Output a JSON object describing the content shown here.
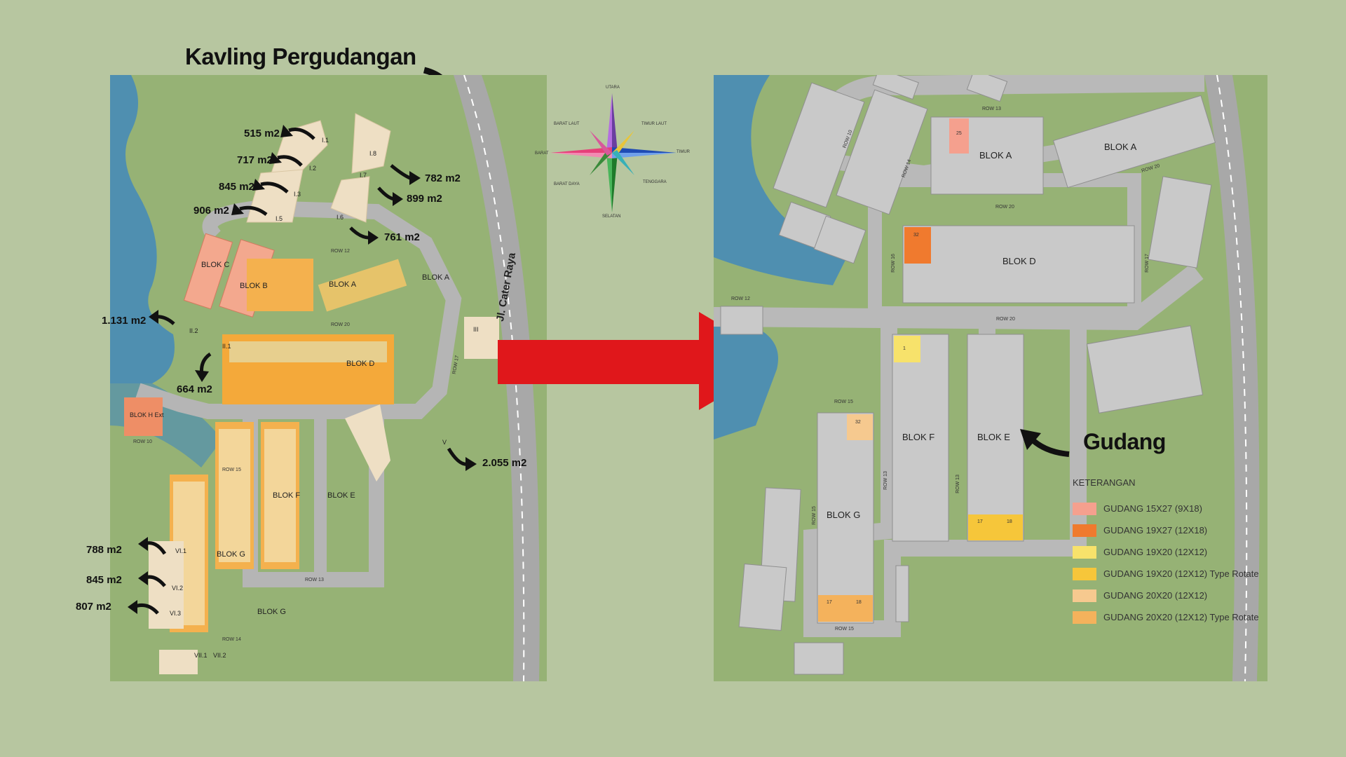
{
  "title": "Kavling Pergudangan",
  "gudang_label": "Gudang",
  "compass": {
    "north": "UTARA",
    "northeast": "TIMUR LAUT",
    "east": "TIMUR",
    "southeast": "TENGGARA",
    "south": "SELATAN",
    "southwest": "BARAT DAYA",
    "west": "BARAT",
    "northwest": "BARAT LAUT"
  },
  "road_label": "Jl. Cater Raya",
  "area_labels": [
    {
      "id": "I.1",
      "size": "515 m2"
    },
    {
      "id": "I.2",
      "size": "717 m2"
    },
    {
      "id": "I.3",
      "size": "845 m2"
    },
    {
      "id": "I.5",
      "size": "906 m2"
    },
    {
      "id": "I.8",
      "size": "782 m2"
    },
    {
      "id": "I.7",
      "size": "899 m2"
    },
    {
      "id": "I.6",
      "size": "761 m2"
    },
    {
      "id": "II.2",
      "size": "1.131 m2"
    },
    {
      "id": "II.1",
      "size": "664 m2"
    },
    {
      "id": "V",
      "size": "2.055 m2"
    },
    {
      "id": "VI.1",
      "size": "788 m2"
    },
    {
      "id": "VI.2",
      "size": "845 m2"
    },
    {
      "id": "VI.3",
      "size": "807 m2"
    }
  ],
  "left_map": {
    "bloks": [
      "BLOK C",
      "BLOK B",
      "BLOK A",
      "BLOK A",
      "BLOK D",
      "BLOK H Ext",
      "BLOK F",
      "BLOK E",
      "BLOK G",
      "BLOK G"
    ],
    "plots": [
      "I.1",
      "I.2",
      "I.3",
      "I.5",
      "I.6",
      "I.7",
      "I.8",
      "II.2",
      "II.1",
      "III",
      "V",
      "VI.1",
      "VI.2",
      "VI.3",
      "VII.1",
      "VII.2"
    ],
    "rows": [
      "ROW 12",
      "ROW 20",
      "ROW 15",
      "ROW 13",
      "ROW 14",
      "ROW 17",
      "ROW 10"
    ]
  },
  "right_map": {
    "bloks": [
      "BLOK A",
      "BLOK A",
      "BLOK D",
      "BLOK F",
      "BLOK E",
      "BLOK G"
    ],
    "rows": [
      "ROW 13",
      "ROW 10",
      "ROW 14",
      "ROW 20",
      "ROW 20",
      "ROW 16",
      "ROW 17",
      "ROW 12",
      "ROW 20",
      "ROW 15",
      "ROW 13",
      "ROW 13",
      "ROW 15",
      "ROW 15"
    ],
    "unit_numbers": [
      "25",
      "32",
      "1",
      "32",
      "17",
      "18",
      "17",
      "18"
    ]
  },
  "legend": {
    "title": "KETERANGAN",
    "items": [
      {
        "label": "GUDANG 15X27 (9X18)",
        "color": "#f5a08e"
      },
      {
        "label": "GUDANG 19X27 (12X18)",
        "color": "#f07a2e"
      },
      {
        "label": "GUDANG 19X20 (12X12)",
        "color": "#f7e26b"
      },
      {
        "label": "GUDANG 19X20 (12X12) Type Rotate",
        "color": "#f6c63a"
      },
      {
        "label": "GUDANG 20X20 (12X12)",
        "color": "#f6c98f"
      },
      {
        "label": "GUDANG 20X20 (12X12) Type Rotate",
        "color": "#f4b25c"
      }
    ]
  },
  "colors": {
    "background": "#b7c6a0",
    "map_green": "#95b373",
    "water": "#4f8fb0",
    "road": "#b9b9b9",
    "arrow_red": "#e0171b"
  }
}
